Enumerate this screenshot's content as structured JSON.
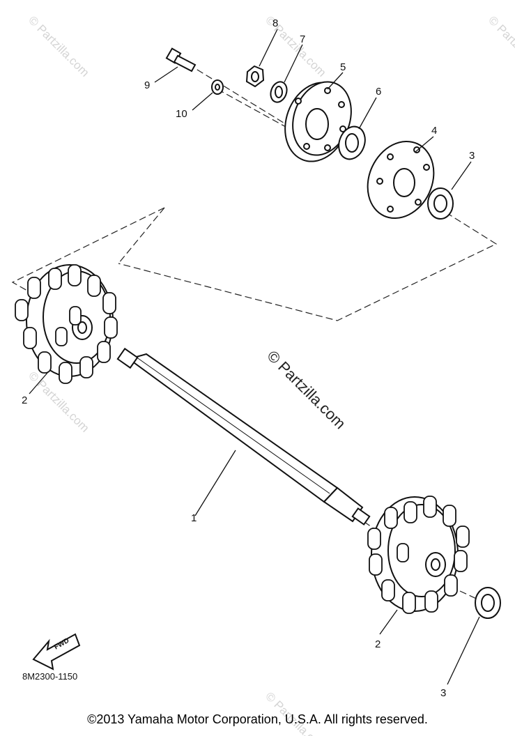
{
  "callouts": {
    "c1": "1",
    "c2a": "2",
    "c2b": "2",
    "c3a": "3",
    "c3b": "3",
    "c4": "4",
    "c5": "5",
    "c6": "6",
    "c7": "7",
    "c8": "8",
    "c9": "9",
    "c10": "10"
  },
  "fwd_label": "FWD",
  "diagram_code": "8M2300-1150",
  "watermark_center": "© Partzilla.com",
  "watermark_tile": "© Partzilla.com",
  "copyright": "©2013  Yamaha Motor Corporation, U.S.A. All rights reserved."
}
